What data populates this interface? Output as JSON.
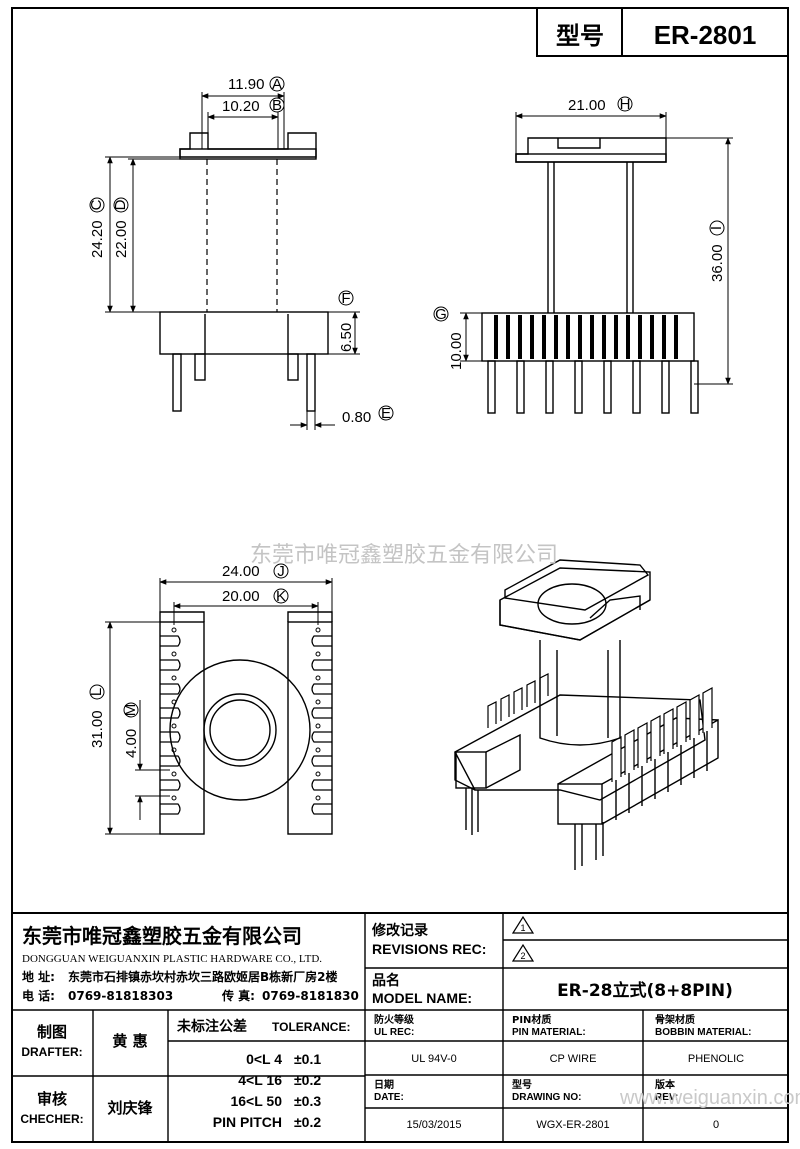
{
  "header": {
    "model_label": "型号",
    "model_value": "ER-2801"
  },
  "drawing": {
    "front_view": {
      "dims": [
        {
          "value": "11.90",
          "tag": "A"
        },
        {
          "value": "10.20",
          "tag": "B"
        },
        {
          "value": "24.20",
          "tag": "C"
        },
        {
          "value": "22.00",
          "tag": "D"
        },
        {
          "value": "0.80",
          "tag": "E"
        },
        {
          "value": "6.50",
          "tag": "F"
        }
      ]
    },
    "side_view": {
      "dims": [
        {
          "value": "10.00",
          "tag": "G"
        },
        {
          "value": "21.00",
          "tag": "H"
        },
        {
          "value": "36.00",
          "tag": "I"
        }
      ]
    },
    "bottom_view": {
      "dims": [
        {
          "value": "24.00",
          "tag": "J"
        },
        {
          "value": "20.00",
          "tag": "K"
        },
        {
          "value": "31.00",
          "tag": "L"
        },
        {
          "value": "4.00",
          "tag": "M"
        }
      ]
    },
    "watermark_center": "东莞市唯冠鑫塑胶五金有限公司",
    "watermark_bottom": "www.weiguanxin.com"
  },
  "title_block": {
    "company_cn": "东莞市唯冠鑫塑胶五金有限公司",
    "company_en": "DONGGUAN WEIGUANXIN PLASTIC HARDWARE CO., LTD.",
    "address_label": "地  址:",
    "address": "东莞市石排镇赤坎村赤坎三路欧姬居B栋新厂房2楼",
    "phone_label": "电  话:",
    "phone": "0769-81818303",
    "fax_label": "传  真:",
    "fax": "0769-8181830",
    "revisions_cn": "修改记录",
    "revisions_en": "REVISIONS REC:",
    "rev1": "1",
    "rev2": "2",
    "model_name_cn": "品名",
    "model_name_en": "MODEL NAME:",
    "model_name_value": "ER-28立式(8+8PIN)",
    "drafter_cn": "制图",
    "drafter_en": "DRAFTER:",
    "drafter_name": "黄  惠",
    "checker_cn": "审核",
    "checker_en": "CHECHER:",
    "checker_name": "刘庆锋",
    "tolerance_cn": "未标注公差",
    "tolerance_en": "TOLERANCE:",
    "tolerance_rows": [
      {
        "range": "0<L  4",
        "value": "±0.1"
      },
      {
        "range": "4<L  16",
        "value": "±0.2"
      },
      {
        "range": "16<L  50",
        "value": "±0.3"
      },
      {
        "range": "PIN PITCH",
        "value": "±0.2"
      }
    ],
    "ul_cn": "防火等级",
    "ul_en": "UL REC:",
    "ul_value": "UL 94V-0",
    "pin_mat_cn": "PIN材质",
    "pin_mat_en": "PIN MATERIAL:",
    "pin_mat_value": "CP WIRE",
    "bobbin_cn": "骨架材质",
    "bobbin_en": "BOBBIN MATERIAL:",
    "bobbin_value": "PHENOLIC",
    "date_cn": "日期",
    "date_en": "DATE:",
    "date_value": "15/03/2015",
    "drawing_no_cn": "型号",
    "drawing_no_en": "DRAWING NO:",
    "drawing_no_value": "WGX-ER-2801",
    "rev_cn": "版本",
    "rev_en": "REV:",
    "rev_value": "0"
  }
}
